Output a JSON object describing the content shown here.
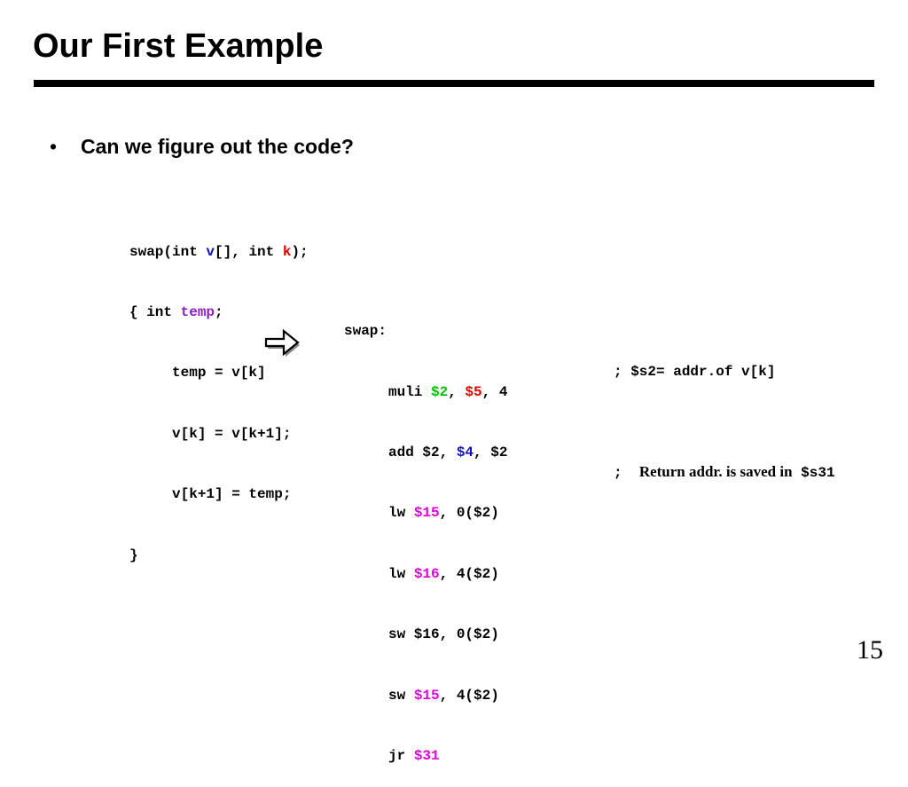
{
  "slide": {
    "title": "Our First Example",
    "bullet_symbol": "•",
    "bullet_text": "Can we figure out the code?",
    "page_number": "15"
  },
  "c_code": {
    "l1": {
      "a": "swap(int ",
      "b": "v",
      "c": "[], int ",
      "d": "k",
      "e": ");"
    },
    "l2": {
      "a": "{ int ",
      "b": "temp",
      "c": ";"
    },
    "l3": "     temp = v[k]",
    "l4": "     v[k] = v[k+1];",
    "l5": "     v[k+1] = temp;",
    "l6": "}"
  },
  "asm_code": {
    "label": "swap:",
    "l1": {
      "a": "muli ",
      "b": "$2",
      "c": ", ",
      "d": "$5",
      "e": ", 4"
    },
    "l2": {
      "a": "add $2, ",
      "b": "$4",
      "c": ", $2"
    },
    "l3": {
      "a": "lw ",
      "b": "$15",
      "c": ", 0($2)"
    },
    "l4": {
      "a": "lw ",
      "b": "$16",
      "c": ", 4($2)"
    },
    "l5": "sw $16, 0($2)",
    "l6": {
      "a": "sw ",
      "b": "$15",
      "c": ", 4($2)"
    },
    "l7": {
      "a": "jr ",
      "b": "$31"
    },
    "comment1": "; $s2= addr.of v[k]",
    "comment2_sep": ";",
    "comment2_text": "Return addr. is saved in",
    "comment2_reg": "$s31"
  },
  "icons": {
    "arrow": "right-arrow-icon"
  },
  "colors": {
    "param_v": "#1010c0",
    "param_k": "#e00000",
    "local_temp": "#9020c0",
    "reg_2": "#00c000",
    "reg_5": "#e00000",
    "reg_4": "#1010c0",
    "reg_15_16_31": "#e000e0"
  }
}
